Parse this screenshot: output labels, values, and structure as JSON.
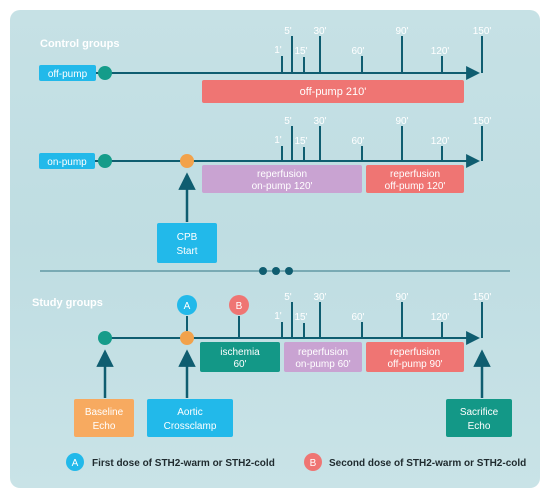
{
  "colors": {
    "line": "#0f5d70",
    "teal_dot": "#159c8a",
    "orange_dot": "#f2a24b",
    "red_bar": "#ef7573",
    "purple_bar": "#c9a3d2",
    "cyan_label": "#22b9ea",
    "orange_box": "#f7aa60",
    "teal_box": "#139887",
    "white": "#ffffff",
    "dark_text": "#1f2a2e"
  },
  "ticks": [
    "1'",
    "5'",
    "15'",
    "30'",
    "60'",
    "90'",
    "120'",
    "150'"
  ],
  "control": {
    "title": "Control groups",
    "off_pump": {
      "label": "off-pump",
      "bar": "off-pump 210'"
    },
    "on_pump": {
      "label": "on-pump",
      "bar1_l1": "reperfusion",
      "bar1_l2": "on-pump 120'",
      "bar2_l1": "reperfusion",
      "bar2_l2": "off-pump 120'",
      "cpb_l1": "CPB",
      "cpb_l2": "Start"
    }
  },
  "study": {
    "title": "Study groups",
    "marker_a": "A",
    "marker_b": "B",
    "bar1_l1": "ischemia",
    "bar1_l2": "60'",
    "bar2_l1": "reperfusion",
    "bar2_l2": "on-pump 60'",
    "bar3_l1": "reperfusion",
    "bar3_l2": "off-pump 90'",
    "baseline_l1": "Baseline",
    "baseline_l2": "Echo",
    "aortic_l1": "Aortic",
    "aortic_l2": "Crossclamp",
    "sacrifice_l1": "Sacrifice",
    "sacrifice_l2": "Echo"
  },
  "legend": {
    "a_letter": "A",
    "a_text": "First dose of STH2-warm or STH2-cold",
    "b_letter": "B",
    "b_text": "Second dose of STH2-warm or STH2-cold"
  }
}
